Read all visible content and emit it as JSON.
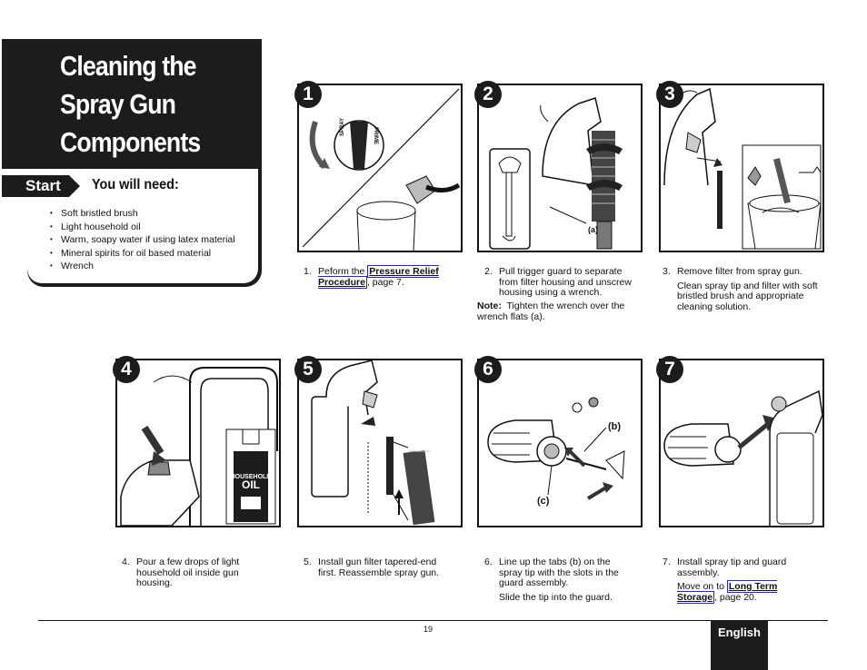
{
  "title_lines": [
    "Cleaning the",
    "Spray Gun",
    "Components"
  ],
  "start_label": "Start",
  "need_label": "You will need:",
  "supplies": [
    "Soft bristled brush",
    "Light household oil",
    "Warm, soapy water if using latex material",
    "Mineral spirits for oil based material",
    "Wrench"
  ],
  "steps": [
    {
      "number": "1",
      "num_prefix": "1.",
      "text_before": "Peform the ",
      "link": "Pressure Relief Procedure",
      "text_after": ", page 7."
    },
    {
      "number": "2",
      "num_prefix": "2.",
      "text": "Pull trigger guard to separate from filter housing and unscrew housing using a wrench.",
      "note_label": "Note:",
      "note_text": "Tighten the wrench over the wrench flats (a).",
      "callout": "(a)"
    },
    {
      "number": "3",
      "num_prefix": "3.",
      "text": "Remove filter from spray gun.",
      "sub": "Clean spray tip and filter with soft bristled brush and appropriate cleaning solution."
    },
    {
      "number": "4",
      "num_prefix": "4.",
      "text": "Pour a few drops of light household oil inside gun housing.",
      "label_top": "HOUSEHOLD",
      "label_bottom": "OIL"
    },
    {
      "number": "5",
      "num_prefix": "5.",
      "text": "Install gun filter tapered-end first. Reassemble spray gun."
    },
    {
      "number": "6",
      "num_prefix": "6.",
      "text": "Line up the tabs (b) on the spray tip with the slots in the guard assembly.",
      "sub": "Slide the tip into the guard.",
      "callout_b": "(b)",
      "callout_c": "(c)"
    },
    {
      "number": "7",
      "num_prefix": "7.",
      "text": "Install spray tip and guard assembly.",
      "sub_before": "Move on to ",
      "link": "Long Term Storage",
      "sub_after": ", page 20."
    }
  ],
  "dial": {
    "left": "SPRAY",
    "right": "PRIME"
  },
  "page_number": "19",
  "language": "English"
}
